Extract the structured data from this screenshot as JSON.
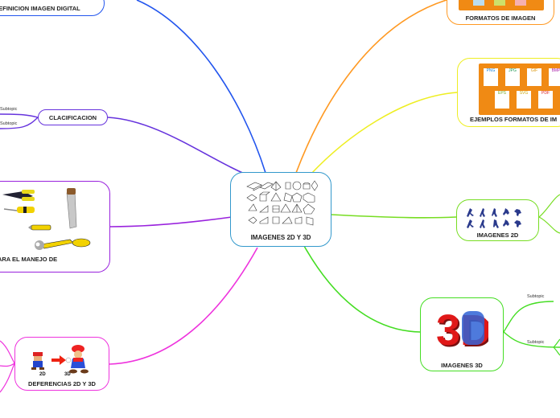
{
  "central": {
    "title": "IMAGENES 2D Y 3D"
  },
  "topics": {
    "definicion": "EFINICION IMAGEN DIGITAL",
    "clasificacion": "CLACIFICACION",
    "herramientas": "AS PARA EL MANEJO DE",
    "diferencias": "DEFERENCIAS 2D Y 3D",
    "formatos": "FORMATOS DE IMAGEN",
    "ejemplos": "EJEMPLOS FORMATOS DE IM",
    "imagenes2d": "IMAGENES 2D",
    "imagenes3d": "IMAGENES 3D"
  },
  "subtopics": {
    "clasif_1": "Subtopic",
    "clasif_2": "Subtopic",
    "img3d_1": "Subtopic",
    "img3d_2": "Subtopic"
  },
  "image_text": {
    "mario_2d": "2D",
    "mario_3d": "3D",
    "big_3d": "3D",
    "file_types": [
      "PNG",
      "JPG",
      "GIF",
      "BMP",
      "EPS",
      "SVG",
      "PDF"
    ]
  },
  "colors": {
    "blue": "#2255ee",
    "violet": "#6633dd",
    "purple": "#9922dd",
    "magenta": "#ee33dd",
    "orange": "#ff9922",
    "yellow": "#eeee22",
    "lime": "#77dd22",
    "green": "#44dd22",
    "central_border": "#3399cc"
  }
}
